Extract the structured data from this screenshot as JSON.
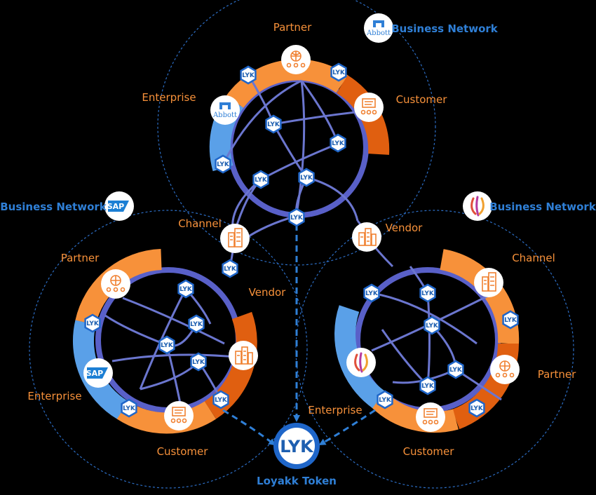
{
  "networks": {
    "top": {
      "title": "Business Network",
      "logo_text": "Abbott",
      "labels": {
        "partner": "Partner",
        "customer": "Customer",
        "enterprise": "Enterprise",
        "channel": "Channel",
        "vendor": "Vendor"
      }
    },
    "left": {
      "title": "Business Network",
      "logo_text": "SAP",
      "labels": {
        "partner": "Partner",
        "enterprise": "Enterprise",
        "customer": "Customer",
        "vendor": "Vendor"
      }
    },
    "right": {
      "title": "Business Network",
      "labels": {
        "channel": "Channel",
        "partner": "Partner",
        "enterprise": "Enterprise",
        "customer": "Customer"
      }
    }
  },
  "token": {
    "symbol": "LYK",
    "label": "Loyakk Token"
  },
  "badge_text": "LYK",
  "colors": {
    "orange": "#f7913a",
    "dark_orange": "#e05f10",
    "light_blue": "#5aa0e8",
    "ring_blue": "#5960c8",
    "network_blue": "#2f7fd6",
    "line_blue": "#6b76cf"
  },
  "icons": [
    "globe-people-icon",
    "presentation-people-icon",
    "buildings-icon",
    "abbott-logo-icon",
    "sap-logo-icon",
    "loyakk-logo-icon"
  ]
}
